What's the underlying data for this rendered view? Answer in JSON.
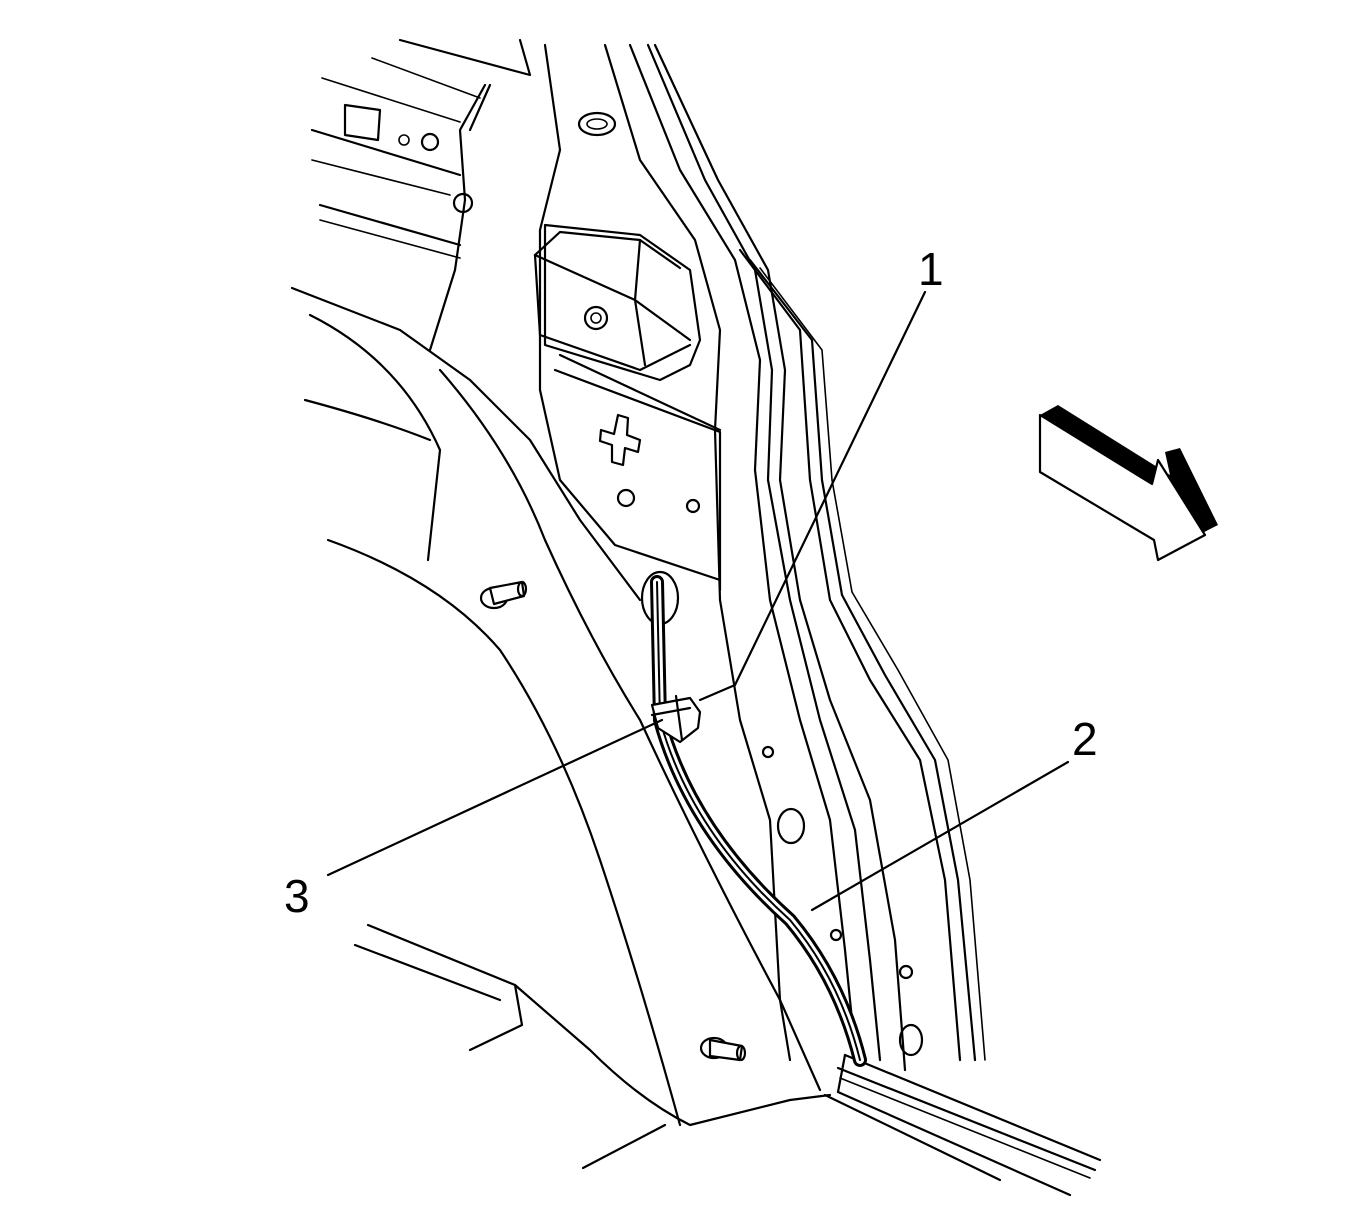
{
  "figure": {
    "callouts": [
      {
        "id": "1",
        "label": "1"
      },
      {
        "id": "2",
        "label": "2"
      },
      {
        "id": "3",
        "label": "3"
      }
    ],
    "colors": {
      "line": "#000000",
      "background": "#ffffff"
    },
    "icons": {
      "direction": "forward-arrow-icon"
    }
  }
}
